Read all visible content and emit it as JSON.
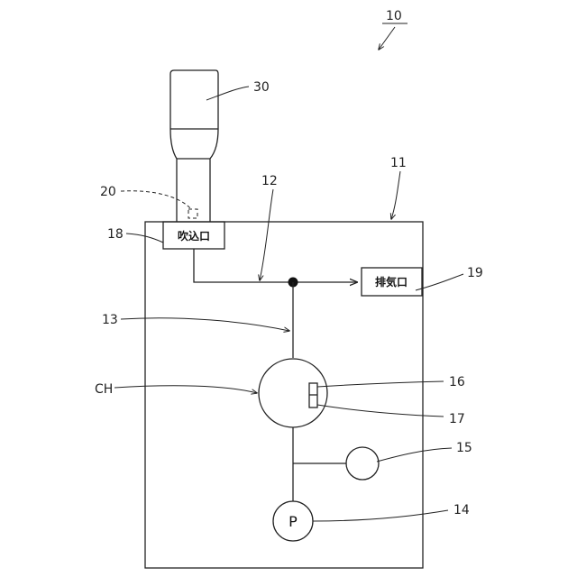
{
  "labels": {
    "device": "10",
    "housing": "11",
    "pipe": "12",
    "branch": "13",
    "pump": "14",
    "part15": "15",
    "part16": "16",
    "part17": "17",
    "inlet_ref": "18",
    "outlet_ref": "19",
    "part20": "20",
    "nozzle": "30",
    "chamber": "CH"
  },
  "boxes": {
    "inlet": "吹込口",
    "outlet": "排気口",
    "pump_symbol": "P"
  },
  "colors": {
    "line": "#222222",
    "background": "#ffffff"
  }
}
